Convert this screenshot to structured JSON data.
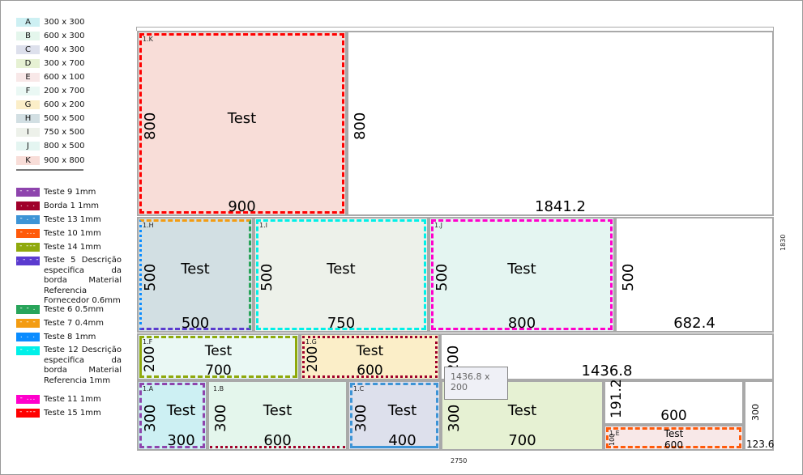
{
  "legend_pieces": [
    {
      "code": "A",
      "size": "300 x 300",
      "color": "#cdf0f3"
    },
    {
      "code": "B",
      "size": "600 x 300",
      "color": "#e4f6ec"
    },
    {
      "code": "C",
      "size": "400 x 300",
      "color": "#dde0ec"
    },
    {
      "code": "D",
      "size": "300 x 700",
      "color": "#e6f1d3"
    },
    {
      "code": "E",
      "size": "600 x 100",
      "color": "#f8e8e8"
    },
    {
      "code": "F",
      "size": "200 x 700",
      "color": "#eaf8f4"
    },
    {
      "code": "G",
      "size": "600 x 200",
      "color": "#fbeec8"
    },
    {
      "code": "H",
      "size": "500 x 500",
      "color": "#d2dfe3"
    },
    {
      "code": "I",
      "size": "750 x 500",
      "color": "#edf1ea"
    },
    {
      "code": "J",
      "size": "800 x 500",
      "color": "#e4f5f1"
    },
    {
      "code": "K",
      "size": "900 x 800",
      "color": "#f8ddd8"
    }
  ],
  "legend_edges": [
    {
      "label": "Teste 9  1mm",
      "pattern": "- - -",
      "color": "#8e44ad"
    },
    {
      "label": "Borda 1  1mm",
      "pattern": ". . .",
      "color": "#a0002a"
    },
    {
      "label": "Teste 13  1mm",
      "pattern": "- . -",
      "color": "#3d94d6"
    },
    {
      "label": "Teste 10  1mm",
      "pattern": "- ...",
      "color": "#ff5a0a"
    },
    {
      "label": "Teste 14  1mm",
      "pattern": "- ---",
      "color": "#8fa90c"
    },
    {
      "label": "Teste   5  Descrição especifica da borda Material Referencia Fornecedor  0.6mm",
      "pattern": ". - - -",
      "color": "#5b3bcf"
    },
    {
      "label": "Teste 6   0.5mm",
      "pattern": "- - .",
      "color": "#28a45a"
    },
    {
      "label": "Teste 7  0.4mm",
      "pattern": "- - -",
      "color": "#f39c12"
    },
    {
      "label": "Teste 8  1mm",
      "pattern": ". . .",
      "color": "#0a8cff"
    },
    {
      "label": "Teste  12  Descrição especifica da borda Material Referencia 1mm",
      "pattern": "- . -",
      "color": "#00f0e8"
    },
    {
      "label": "Teste 11  1mm",
      "pattern": "- ...",
      "color": "#ff00cc"
    },
    {
      "label": "Teste 15  1mm",
      "pattern": "- ---",
      "color": "#ff0000"
    }
  ],
  "pieces": [
    {
      "id": "1.K",
      "name": "Test",
      "width": "900",
      "height": "800"
    },
    {
      "id": "1.H",
      "name": "Test",
      "width": "500",
      "height": "500"
    },
    {
      "id": "1.I",
      "name": "Test",
      "width": "750",
      "height": "500"
    },
    {
      "id": "1.J",
      "name": "Test",
      "width": "800",
      "height": "500"
    },
    {
      "id": "1.F",
      "name": "Test",
      "width": "700",
      "height": "200"
    },
    {
      "id": "1.G",
      "name": "Test",
      "width": "600",
      "height": "200"
    },
    {
      "id": "1.A",
      "name": "Test",
      "width": "300",
      "height": "300"
    },
    {
      "id": "1.B",
      "name": "Test",
      "width": "600",
      "height": "300"
    },
    {
      "id": "1.C",
      "name": "Test",
      "width": "400",
      "height": "300"
    },
    {
      "id": "1.D",
      "name": "Test",
      "width": "700",
      "height": "300"
    },
    {
      "id": "1.E",
      "name": "Test",
      "width": "600",
      "height": "100"
    }
  ],
  "offcuts": [
    {
      "width": "1841.2",
      "height": "800"
    },
    {
      "width": "682.4",
      "height": "500"
    },
    {
      "width": "1436.8",
      "height": "200"
    },
    {
      "width": "600",
      "height": "191.2"
    },
    {
      "width": "123.6",
      "height": "300"
    }
  ],
  "sheet": {
    "width": "2750",
    "height": "1830"
  },
  "tooltip": "1436.8 x 200"
}
